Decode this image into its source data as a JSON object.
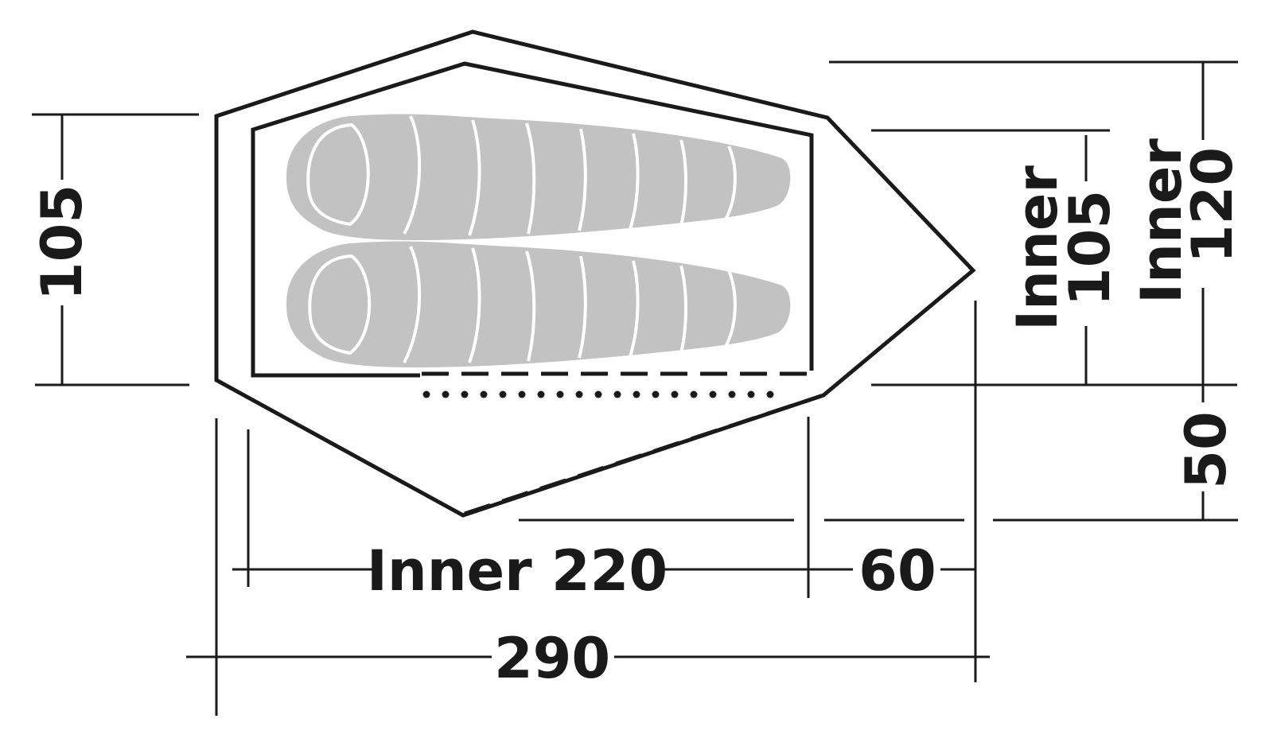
{
  "labels": {
    "total_length": "290",
    "inner_length": "Inner 220",
    "vestibule_length": "60",
    "outer_width": "105",
    "inner_width_word": "Inner",
    "inner_width_value": "105",
    "inner_height_word": "Inner",
    "inner_height_value": "120",
    "vestibule_height": "50"
  },
  "colors": {
    "line": "#1a1a1a",
    "sleeping_bag": "#c2c2c2",
    "background": "#ffffff"
  }
}
